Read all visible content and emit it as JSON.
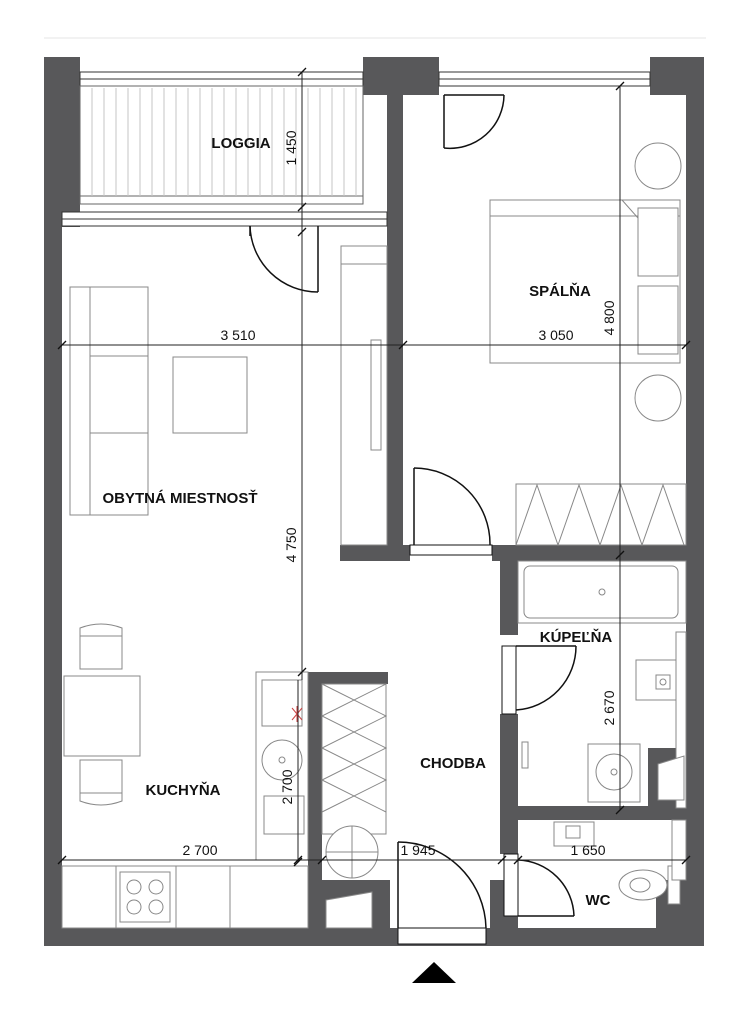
{
  "rooms": {
    "loggia": "LOGGIA",
    "bedroom": "SPÁLŇA",
    "living": "OBYTNÁ MIESTNOSŤ",
    "bathroom": "KÚPEĽŇA",
    "hallway": "CHODBA",
    "kitchen": "KUCHYŇA",
    "wc": "WC"
  },
  "dimensions": {
    "loggia_depth": "1 450",
    "living_width": "3 510",
    "bedroom_width": "3 050",
    "bedroom_depth": "4 800",
    "living_depth": "4 750",
    "bathroom_depth": "2 670",
    "kitchen_depth": "2 700",
    "kitchen_width": "2 700",
    "hallway_width": "1 945",
    "wc_width": "1 650"
  },
  "icons": {
    "entrance": "entrance-arrow-icon"
  },
  "colors": {
    "wall": "#58585a",
    "line": "#222222",
    "furniture": "#888888"
  }
}
